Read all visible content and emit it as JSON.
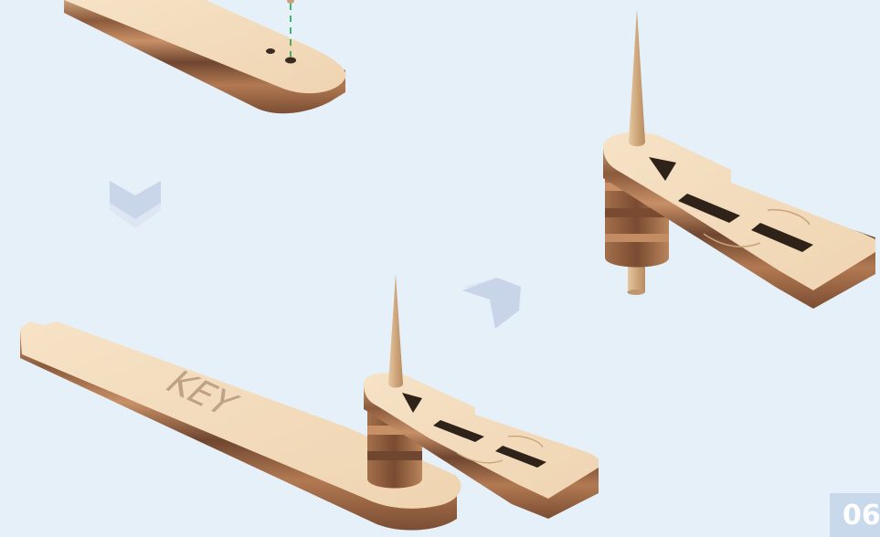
{
  "engraving": {
    "key_text": "KEY"
  },
  "page": {
    "number": "06"
  },
  "colors": {
    "background": "#e6f0f9",
    "wood_top": "#f3dcbd",
    "wood_dark": "#6f4630",
    "wood_mid": "#b57c55",
    "pin": "#d6b48c",
    "arrow": "#cfd9ea",
    "guide_line": "#1aa64e",
    "page_tab": "#c7d9ea"
  },
  "icons": {
    "step_arrow_down": "chevron-down-icon",
    "step_arrow_corner": "corner-arrow-icon",
    "alignment_guide": "dashed-guide-line"
  }
}
